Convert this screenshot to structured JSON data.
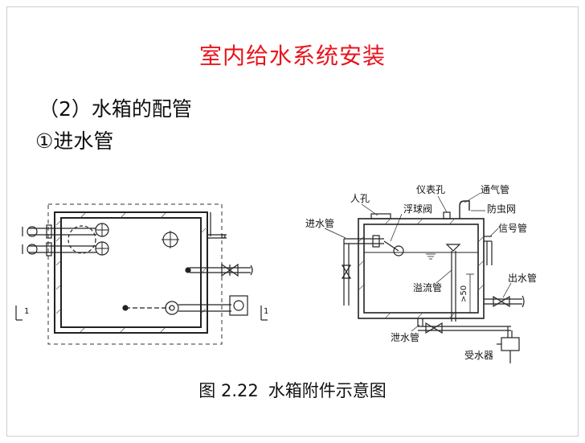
{
  "slide": {
    "title": "室内给水系统安装",
    "section": "（2）水箱的配管",
    "subsection": "①进水管",
    "caption_number": "图 2.22",
    "caption_text": "水箱附件示意图"
  },
  "left_diagram": {
    "section_mark_left": "1",
    "section_mark_right": "1"
  },
  "right_diagram": {
    "labels": {
      "manhole": "人孔",
      "instrument_hole": "仪表孔",
      "vent_pipe": "通气管",
      "float_valve": "浮球阀",
      "insect_net": "防虫网",
      "inlet_pipe": "进水管",
      "signal_pipe": "信号管",
      "overflow_pipe": "溢流管",
      "outlet_pipe": "出水管",
      "drain_pipe": "泄水管",
      "receiver": "受水器",
      "dimension": ">50"
    }
  }
}
